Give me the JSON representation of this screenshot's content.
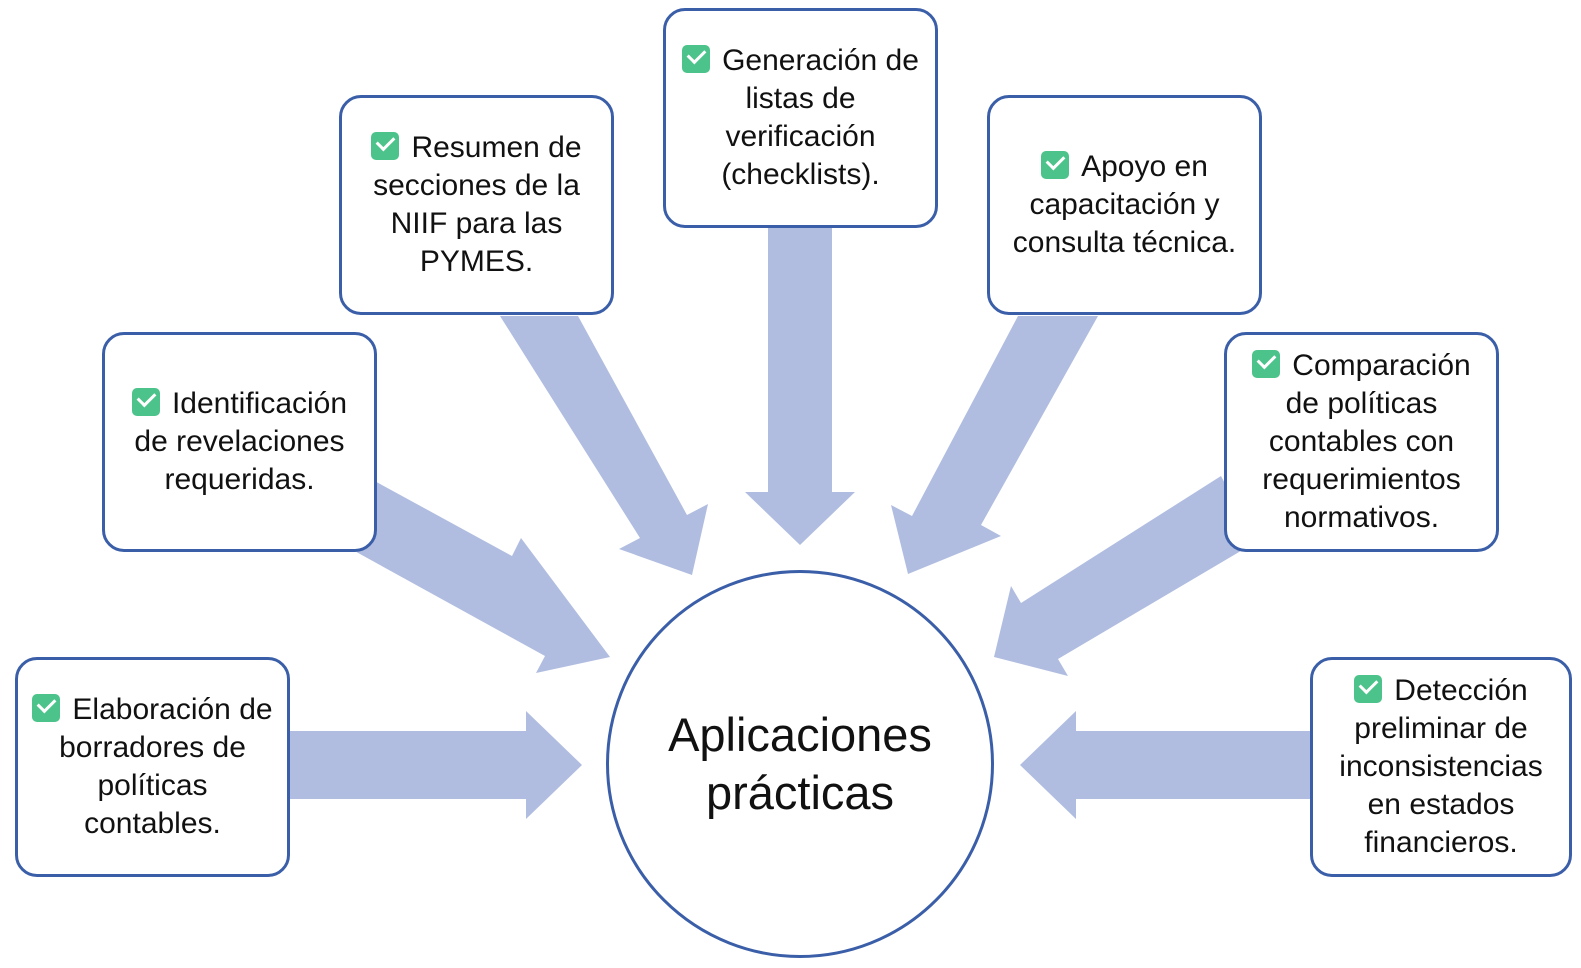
{
  "colors": {
    "arrow": "#b0bde0",
    "border": "#3a5ea8",
    "check": "#4cc38a"
  },
  "center_label": "Aplicaciones prácticas",
  "items": [
    {
      "id": "elaboracion",
      "icon": "check-box-icon",
      "text": "Elaboración de borradores de políticas contables."
    },
    {
      "id": "identificacion",
      "icon": "check-box-icon",
      "text": "Identificación de revelaciones requeridas."
    },
    {
      "id": "resumen",
      "icon": "check-box-icon",
      "text": "Resumen de secciones de la NIIF para las PYMES."
    },
    {
      "id": "generacion",
      "icon": "check-box-icon",
      "text": "Generación de listas de verificación (checklists)."
    },
    {
      "id": "apoyo",
      "icon": "check-box-icon",
      "text": "Apoyo en capacitación y consulta técnica."
    },
    {
      "id": "comparacion",
      "icon": "check-box-icon",
      "text": "Comparación de políticas contables con requerimientos normativos."
    },
    {
      "id": "deteccion",
      "icon": "check-box-icon",
      "text": "Detección preliminar de inconsistencias en estados financieros."
    }
  ]
}
